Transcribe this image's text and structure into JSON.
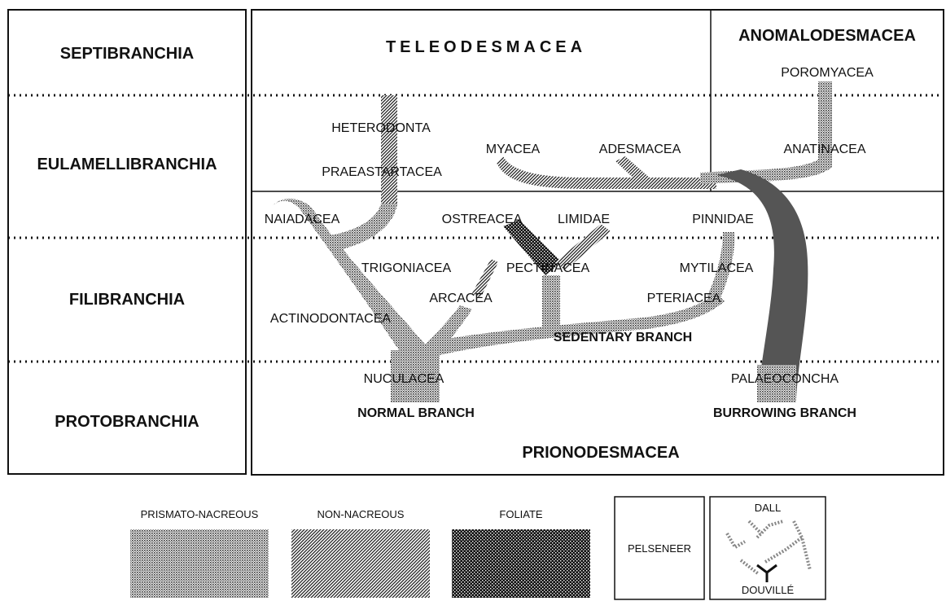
{
  "ranks": [
    "SEPTIBRANCHIA",
    "EULAMELLIBRANCHIA",
    "FILIBRANCHIA",
    "PROTOBRANCHIA"
  ],
  "groups": {
    "teleodesmacea": "TELEODESMACEA",
    "anomalodesmacea": "ANOMALODESMACEA",
    "prionodesmacea": "PRIONODESMACEA"
  },
  "taxa": {
    "poromyacea": "POROMYACEA",
    "heterodonta": "HETERODONTA",
    "myacea": "MYACEA",
    "adesmacea": "ADESMACEA",
    "anatinacea": "ANATINACEA",
    "praeastartacea": "PRAEASTARTACEA",
    "naiadacea": "NAIADACEA",
    "ostreacea": "OSTREACEA",
    "limidae": "LIMIDAE",
    "pinnidae": "PINNIDAE",
    "trigoniacea": "TRIGONIACEA",
    "pectinacea": "PECTINACEA",
    "mytilacea": "MYTILACEA",
    "arcacea": "ARCACEA",
    "pteriacea": "PTERIACEA",
    "actinodontacea": "ACTINODONTACEA",
    "nuculacea": "NUCULACEA",
    "palaeoconcha": "PALAEOCONCHA"
  },
  "branches": {
    "sedentary": "SEDENTARY BRANCH",
    "normal": "NORMAL BRANCH",
    "burrowing": "BURROWING BRANCH"
  },
  "legend": {
    "prismato": "PRISMATO-NACREOUS",
    "non_nacreous": "NON-NACREOUS",
    "foliate": "FOLIATE",
    "pelseneer": "PELSENEER",
    "dall": "DALL",
    "douville": "DOUVILLÉ"
  }
}
